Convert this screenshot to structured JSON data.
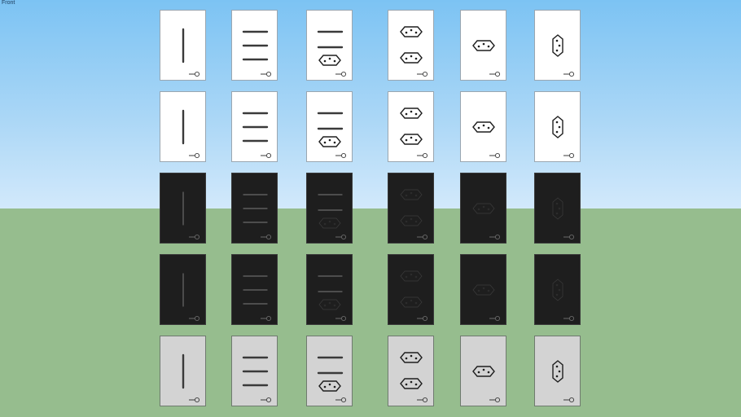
{
  "viewport": {
    "view_label": "Front",
    "sky_color": "#a9d6f6",
    "ground_color": "#96bd8e"
  },
  "columns": [
    {
      "id": "switch-1",
      "type": "1 vertical switch"
    },
    {
      "id": "switch-3",
      "type": "3 horizontal switches"
    },
    {
      "id": "switch-2-socket-1",
      "type": "2 switches + 1 socket"
    },
    {
      "id": "socket-2",
      "type": "2 horizontal sockets"
    },
    {
      "id": "socket-1",
      "type": "1 horizontal socket"
    },
    {
      "id": "socket-1-vertical",
      "type": "1 vertical socket"
    }
  ],
  "rows": [
    {
      "finish": "white",
      "color": "#ffffff"
    },
    {
      "finish": "white",
      "color": "#ffffff"
    },
    {
      "finish": "black",
      "color": "#1e1e1e"
    },
    {
      "finish": "black",
      "color": "#1e1e1e"
    },
    {
      "finish": "gray",
      "color": "#d3d3d3"
    }
  ],
  "icons": {
    "logo": "brand-logo-icon",
    "socket": "socket-outlet-icon",
    "switch": "switch-rocker-icon"
  }
}
